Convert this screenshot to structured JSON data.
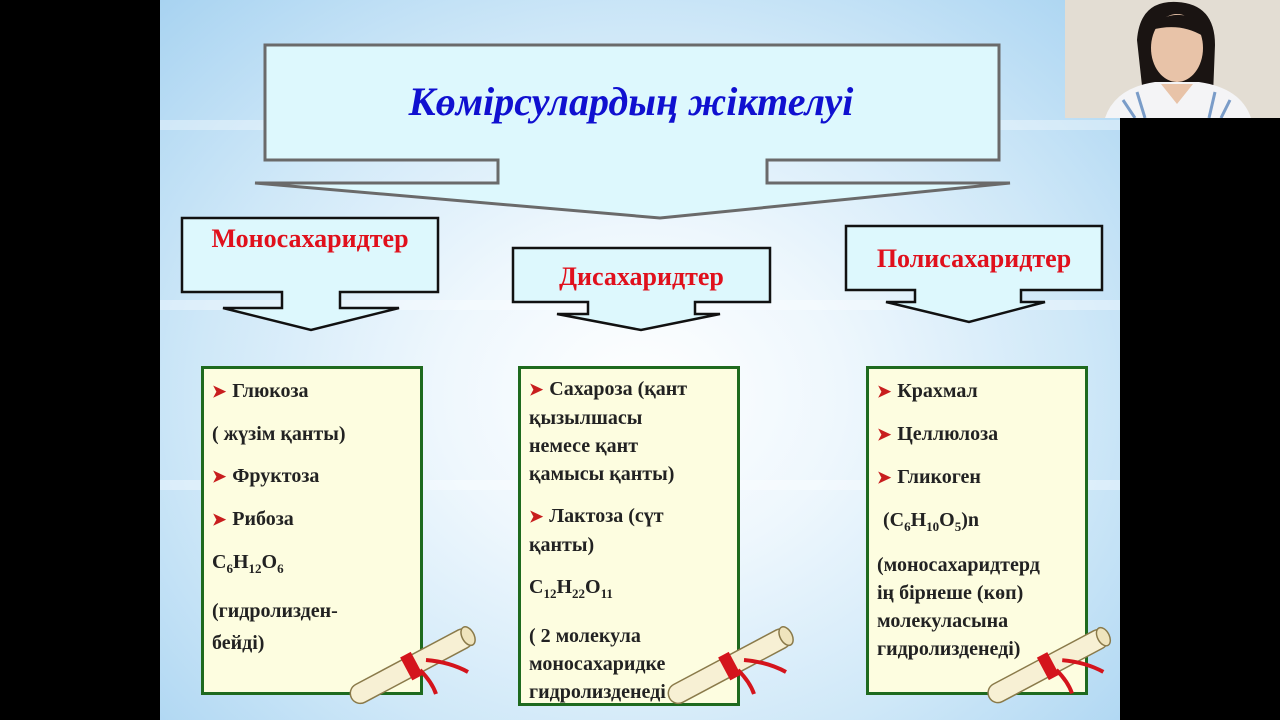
{
  "title": "Көмірсулардың жіктелуі",
  "categories": [
    {
      "label": "Моносахаридтер"
    },
    {
      "label": "Дисахаридтер"
    },
    {
      "label": "Полисахаридтер"
    }
  ],
  "mono": {
    "glucose": "Глюкоза",
    "glucose_note": "( жүзім қанты)",
    "fructose": "Фруктоза",
    "ribose": "Рибоза",
    "formula": {
      "c": "C",
      "c_n": "6",
      "h": "H",
      "h_n": "12",
      "o": "O",
      "o_n": "6"
    },
    "hydrolysis": "(гидролизден-",
    "hydrolysis2": "бейді)"
  },
  "di": {
    "sucrose": "Сахароза (қант",
    "sucrose2": "қызылшасы",
    "sucrose3": "немесе қант",
    "sucrose4": "қамысы қанты)",
    "lactose": "Лактоза (сүт",
    "lactose2": "қанты)",
    "formula": {
      "c": "C",
      "c_n": "12",
      "h": "H",
      "h_n": "22",
      "o": "O",
      "o_n": "11"
    },
    "note1": "( 2 молекула",
    "note2": "моносахаридке",
    "note3": "гидролизденеді"
  },
  "poly": {
    "starch": "Крахмал",
    "cellulose": "Целлюлоза",
    "glycogen": "Гликоген",
    "formula": {
      "open": "(C",
      "c_n": "6",
      "h": "H",
      "h_n": "10",
      "o": "O",
      "o_n": "5",
      "close": ")n"
    },
    "note1": "(моносахаридтерд",
    "note2": "ің бірнеше (көп)",
    "note3": "молекуласына",
    "note4": "гидролизденеді)"
  },
  "colors": {
    "title": "#1010d0",
    "category": "#e0101c",
    "arrow_bullet": "#c81e1e",
    "box_border": "#1e6a1e",
    "box_fill": "#fdfde0",
    "shape_fill": "#ddf8fd"
  },
  "icons": [
    "arrowhead-bullet-icon",
    "scroll-icon"
  ]
}
